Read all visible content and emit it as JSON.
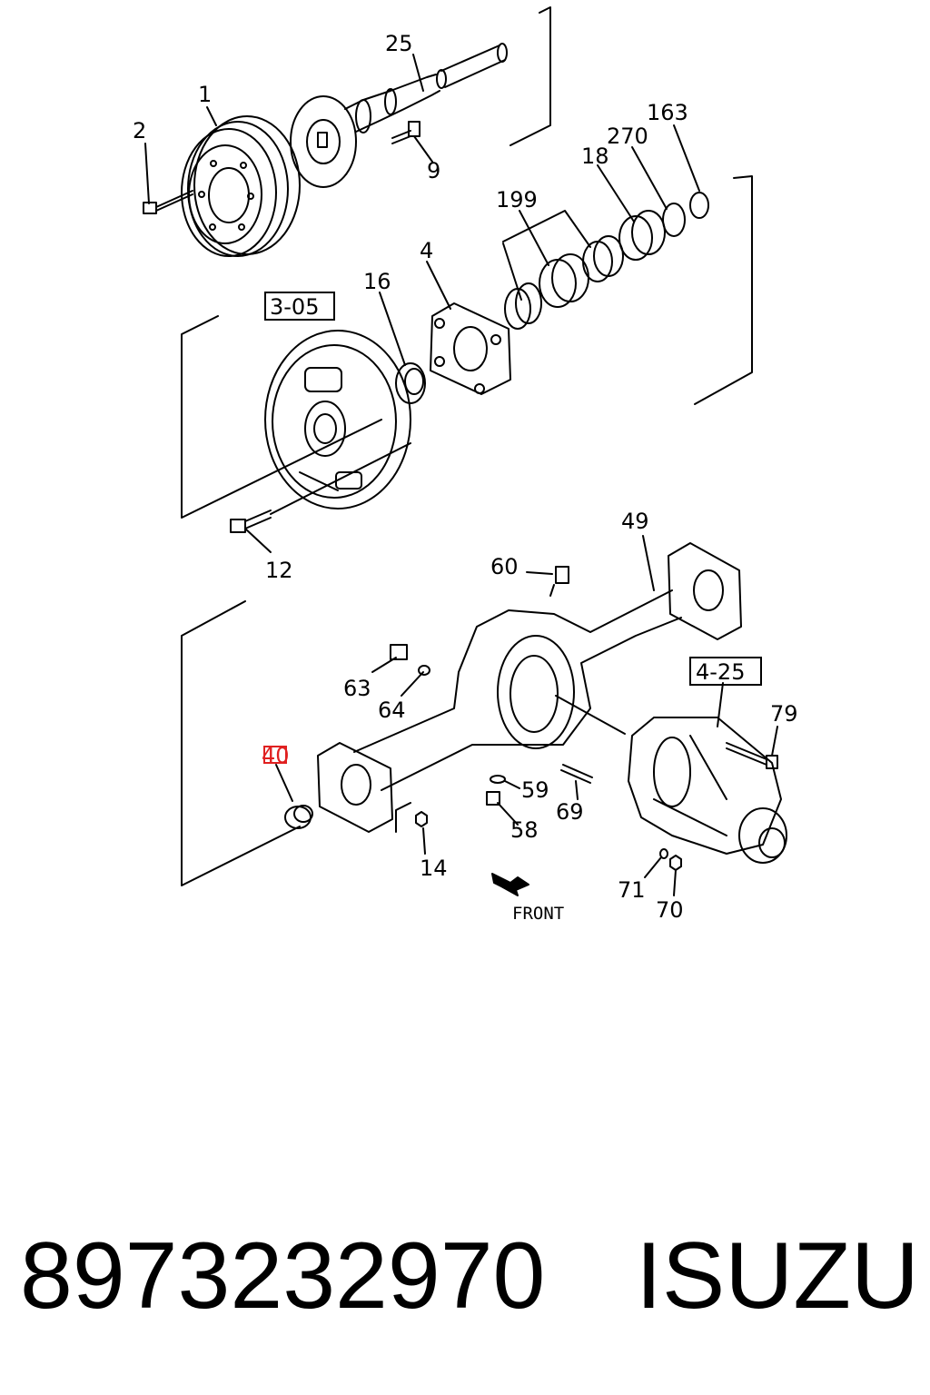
{
  "diagram": {
    "labels": {
      "l25": "25",
      "l1": "1",
      "l2": "2",
      "l9": "9",
      "l163": "163",
      "l270": "270",
      "l18": "18",
      "l199": "199",
      "l4": "4",
      "l16": "16",
      "l12": "12",
      "l49": "49",
      "l60": "60",
      "l63": "63",
      "l64": "64",
      "l79": "79",
      "l40": "40",
      "l59": "59",
      "l69": "69",
      "l58": "58",
      "l14": "14",
      "l71": "71",
      "l70": "70"
    },
    "ref_boxes": {
      "r305": "3-05",
      "r425": "4-25"
    },
    "front_label": "FRONT",
    "highlight_color": "#e02020"
  },
  "footer": {
    "part_number": "8973232970",
    "brand": "ISUZU"
  }
}
